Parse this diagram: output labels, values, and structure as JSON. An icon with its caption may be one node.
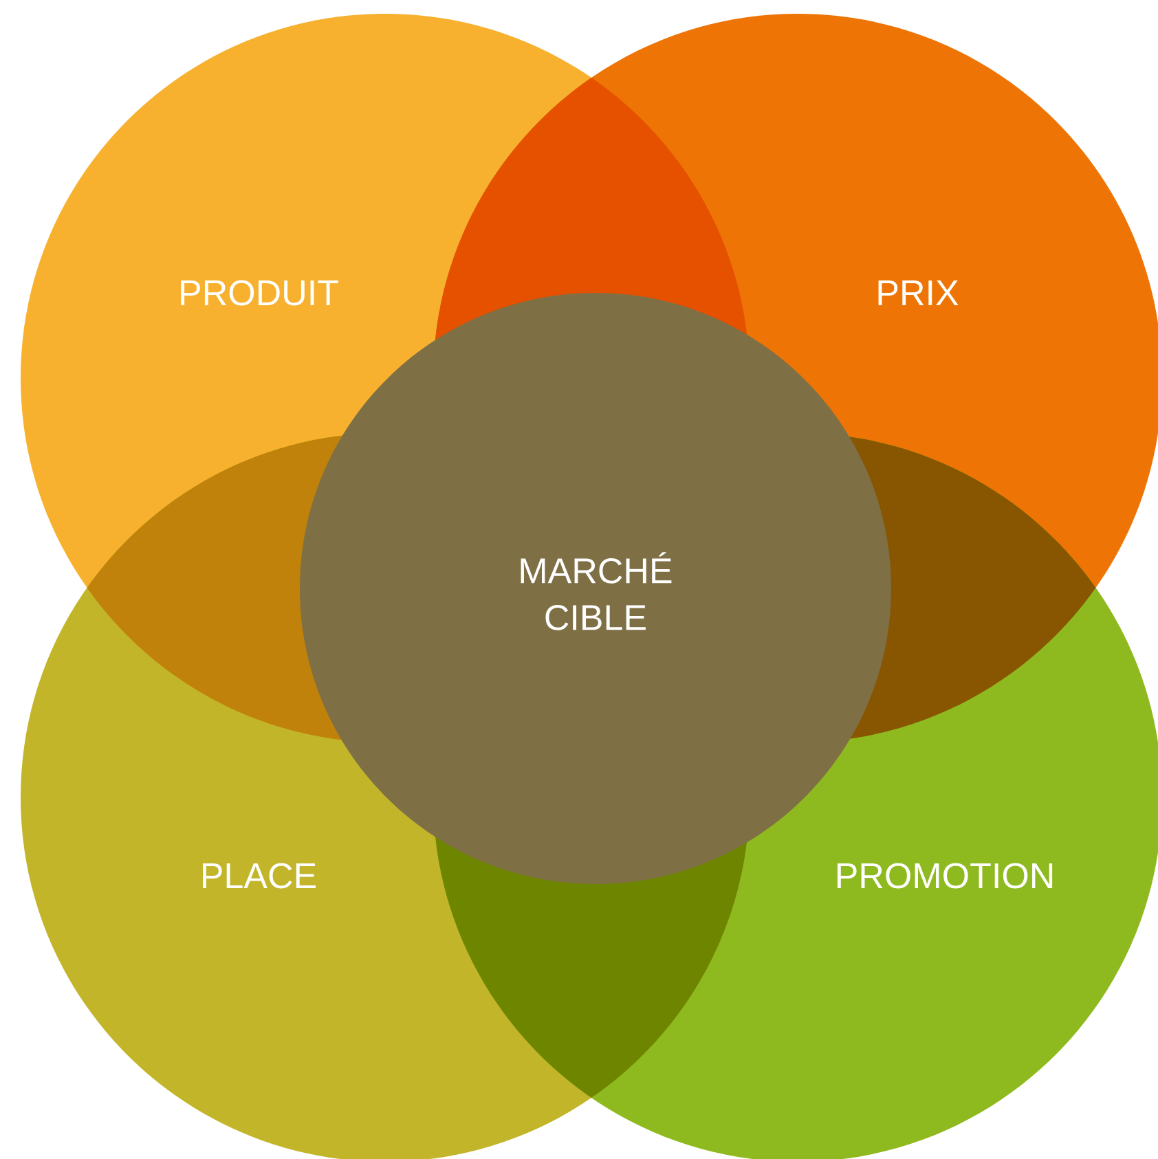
{
  "diagram": {
    "nodes": [
      {
        "text": [
          "PRODUIT"
        ]
      },
      {
        "text": [
          "PRIX"
        ]
      },
      {
        "text": [
          "PLACE"
        ]
      },
      {
        "text": [
          "PROMOTION"
        ]
      },
      {
        "text": [
          "MARCHÉ CIBLE"
        ]
      }
    ]
  }
}
